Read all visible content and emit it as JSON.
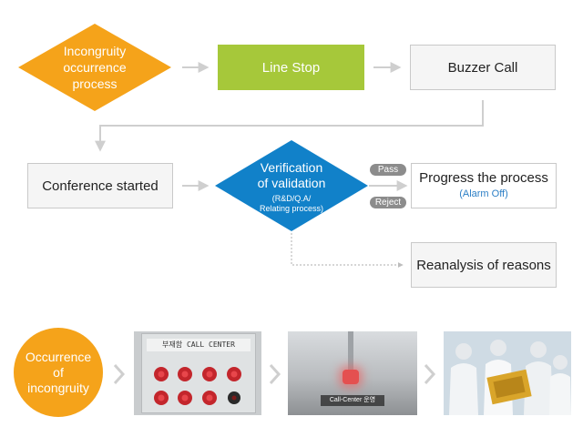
{
  "flow": {
    "incongruity": [
      "Incongruity",
      "occurrence",
      "process"
    ],
    "line_stop": "Line Stop",
    "buzzer_call": "Buzzer Call",
    "conference": "Conference started",
    "verification": [
      "Verification",
      "of validation"
    ],
    "verification_sub": [
      "(R&D/Q.A/",
      "Relating process)"
    ],
    "pass": "Pass",
    "reject": "Reject",
    "progress": "Progress the process",
    "alarm_off": "(Alarm Off)",
    "reanalysis": "Reanalysis of reasons"
  },
  "bottom": {
    "occurrence": [
      "Occurrence",
      "of",
      "incongruity"
    ],
    "panel_title": "부재함 CALL CENTER",
    "caption": "Call-Center 운영"
  },
  "colors": {
    "orange": "#f5a31a",
    "green": "#a6c83a",
    "blue": "#1181c9",
    "arrow": "#cfcfcf",
    "alarm_text": "#2c7fc6"
  }
}
